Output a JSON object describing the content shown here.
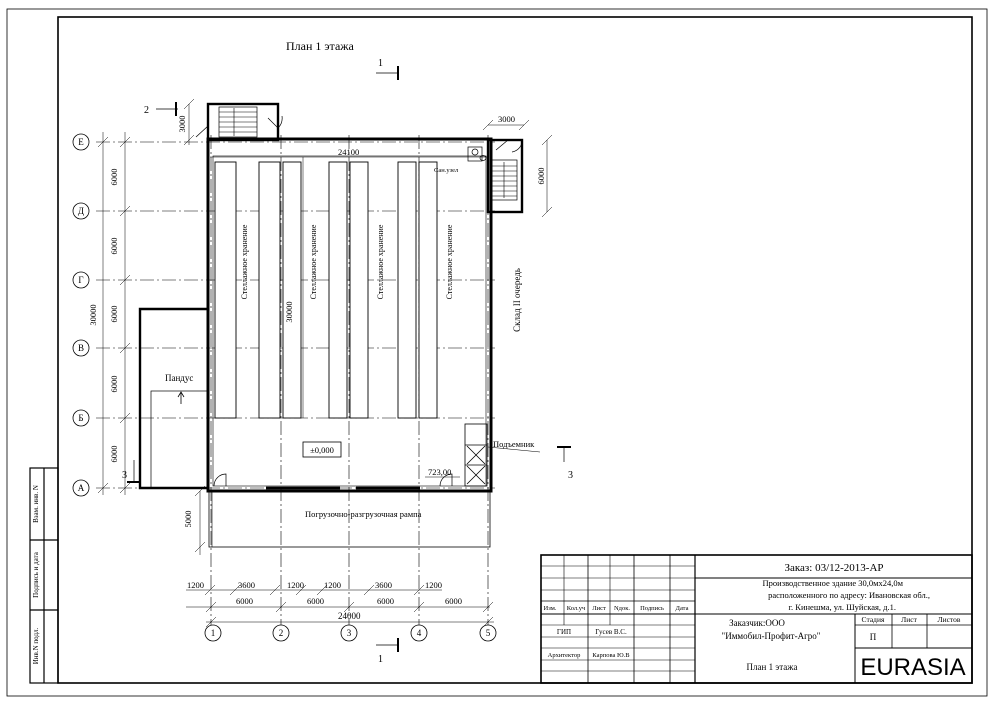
{
  "sheet": {
    "title": "План 1 этажа",
    "section_marks": {
      "s1": "1",
      "s2": "2",
      "s3": "3"
    }
  },
  "axes": {
    "rows": [
      "Е",
      "Д",
      "Г",
      "В",
      "Б",
      "А"
    ],
    "cols": [
      "1",
      "2",
      "3",
      "4",
      "5"
    ]
  },
  "dimensions": {
    "left_row_spans": [
      "6000",
      "6000",
      "6000",
      "6000",
      "6000"
    ],
    "left_total": "30000",
    "ramp_depth": "5000",
    "stair_top_left": "3000",
    "stair_right_width": "3000",
    "stair_right_height": "6000",
    "top_inner_width": "24100",
    "inner_vertical": "30000",
    "bottom_segments": [
      "1200",
      "3600",
      "1200",
      "1200",
      "3600",
      "1200"
    ],
    "bottom_spans": [
      "6000",
      "6000",
      "6000",
      "6000"
    ],
    "bottom_total": "24000"
  },
  "labels": {
    "rack_storage": "Стеллажное хранение",
    "warehouse_stage2": "Склад II очередь",
    "bathroom": "Сан.узел",
    "ramp": "Пандус",
    "lift": "Подъемник",
    "loading_ramp": "Погрузочно-разгрузочная рампа",
    "level_zero": "±0,000",
    "level_ramp": "723,00"
  },
  "stamp_side": [
    "Взам. инв. N",
    "Подпись и дата",
    "Инв.N подл."
  ],
  "title_block": {
    "order": "Заказ: 03/12-2013-АР",
    "object_line1": "Производственное здание 30,0мх24,0м",
    "object_line2": "расположенного по адресу: Ивановская обл.,",
    "object_line3": "г. Кинешма, ул. Шуйская, д.1.",
    "customer_line1": "Заказчик:ООО",
    "customer_line2": "\"Иммобил-Профит-Агро\"",
    "sheet_name": "План 1 этажа",
    "col_headers": [
      "Изм.",
      "Кол.уч",
      "Лист",
      "Nдок.",
      "Подпись",
      "Дата"
    ],
    "stage_header": "Стадия",
    "sheet_header": "Лист",
    "sheets_header": "Листов",
    "stage_value": "П",
    "gip_role": "ГИП",
    "gip_name": "Гусев В.С.",
    "architect_role": "Архитектор",
    "architect_name": "Карпова Ю.В",
    "logo": "EURASIA"
  }
}
